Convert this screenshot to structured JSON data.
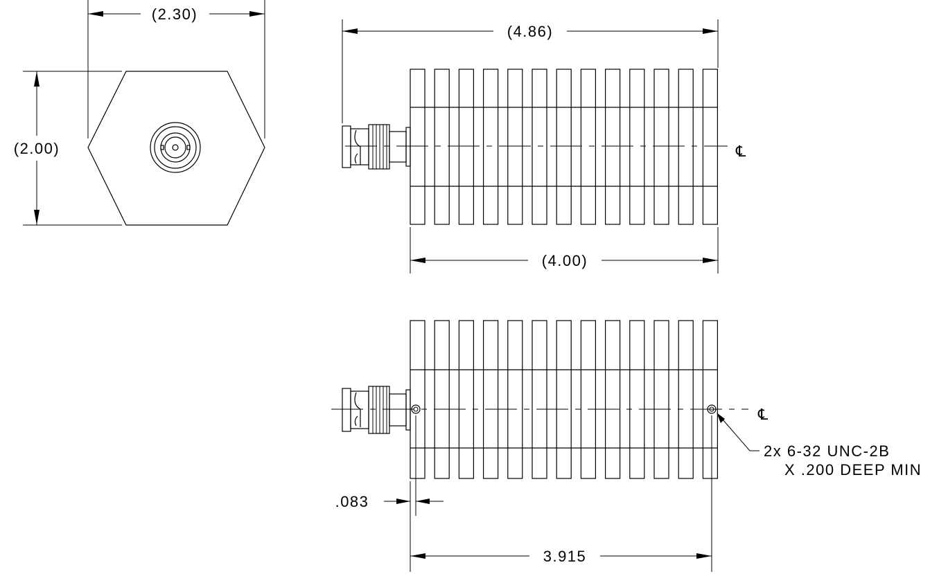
{
  "dimensions": {
    "hex_width": "(2.30)",
    "hex_height": "(2.00)",
    "overall_length": "(4.86)",
    "body_length": "(4.00)",
    "offset": ".083",
    "hole_spacing": "3.915"
  },
  "centerline_symbol": "℄",
  "callout": {
    "line1": "2x 6-32 UNC-2B",
    "line2": "X .200 DEEP MIN"
  }
}
